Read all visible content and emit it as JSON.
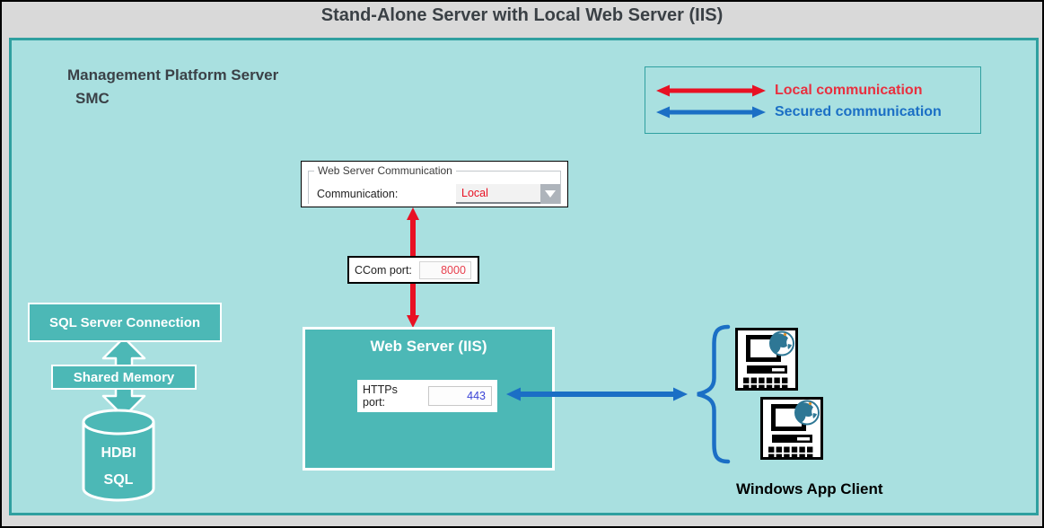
{
  "title": "Stand-Alone Server with Local Web Server (IIS)",
  "platform": {
    "title": "Management Platform Server",
    "subtitle": "SMC"
  },
  "legend": {
    "items": [
      {
        "label": "Local communication",
        "color": "#e81123"
      },
      {
        "label": "Secured communication",
        "color": "#1b6fc5"
      }
    ]
  },
  "web_server_communication_dialog": {
    "group_title": "Web Server Communication",
    "field_label": "Communication:",
    "field_value": "Local"
  },
  "ccom_port": {
    "label": "CCom port:",
    "value": "8000"
  },
  "web_server_iis": {
    "title": "Web Server (IIS)",
    "https_port_label": "HTTPs port:",
    "https_port_value": "443"
  },
  "sql_stack": {
    "connection_label": "SQL Server Connection",
    "shared_memory_label": "Shared Memory",
    "database_name_line1": "HDBI",
    "database_name_line2": "SQL"
  },
  "client": {
    "label": "Windows App Client"
  },
  "colors": {
    "page_background": "#d9d9d9",
    "panel_fill": "#a9e0e0",
    "panel_border": "#2fa0a0",
    "box_fill": "#4cb8b6",
    "local_red": "#e81123",
    "secured_blue": "#1b6fc5"
  }
}
